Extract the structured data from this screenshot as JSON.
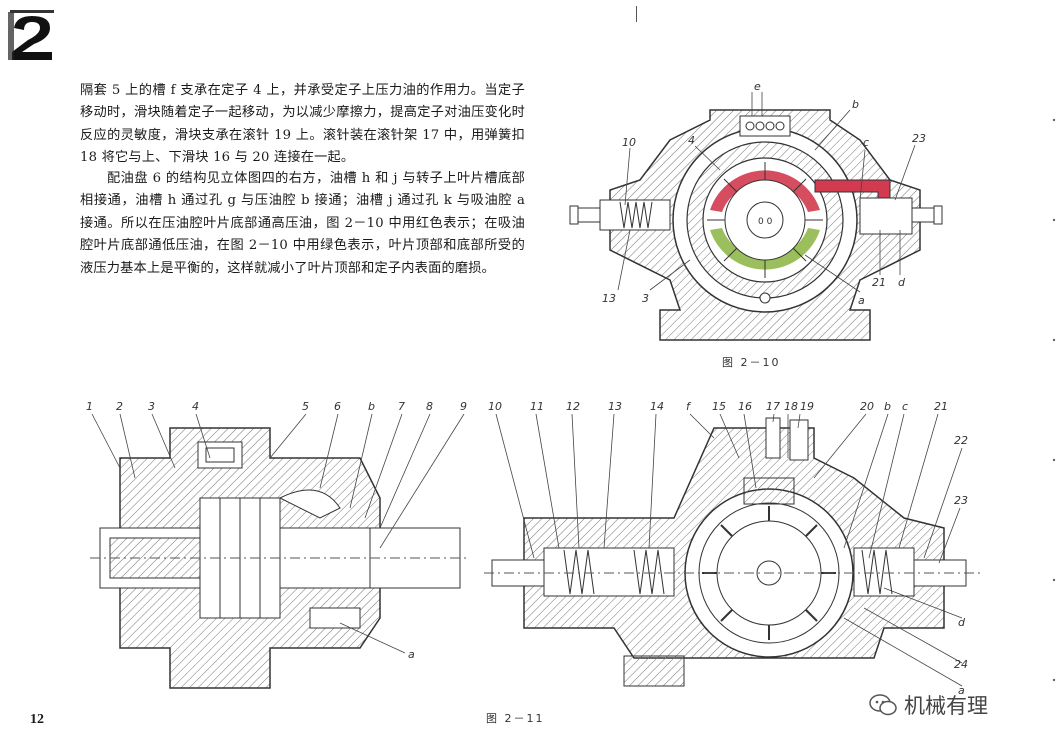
{
  "page_number": "12",
  "paragraphs": [
    "隔套 5 上的槽 f 支承在定子 4 上，并承受定子上压力油的作用力。当定子移动时，滑块随着定子一起移动，为以减少摩擦力，提高定子对油压变化时反应的灵敏度，滑块支承在滚针 19 上。滚针装在滚针架 17 中，用弹簧扣 18 将它与上、下滑块 16 与 20 连接在一起。",
    "配油盘 6 的结构见立体图四的右方，油槽 h 和 j 与转子上叶片槽底部相接通，油槽 h 通过孔 g 与压油腔 b 接通；油槽 j 通过孔 k 与吸油腔 a 接通。所以在压油腔叶片底部通高压油，图 2－10 中用红色表示；在吸油腔叶片底部通低压油，在图 2－10 中用绿色表示，叶片顶部和底部所受的液压力基本上是平衡的，这样就减小了叶片顶部和定子内表面的磨损。"
  ],
  "figures": {
    "fig_2_10": {
      "caption": "图 2－10",
      "labels": [
        "e",
        "b",
        "10",
        "4",
        "c",
        "23",
        "13",
        "3",
        "a",
        "21",
        "d"
      ],
      "colors": {
        "pressure": "#d23a4f",
        "suction": "#8fb84a"
      }
    },
    "fig_2_11_left": {
      "labels": [
        "1",
        "2",
        "3",
        "4",
        "5",
        "6",
        "b",
        "7",
        "8",
        "9",
        "a"
      ]
    },
    "fig_2_11_right": {
      "caption": "图 2－11",
      "labels": [
        "10",
        "11",
        "12",
        "13",
        "14",
        "f",
        "15",
        "16",
        "17",
        "18",
        "19",
        "20",
        "b",
        "c",
        "21",
        "22",
        "23",
        "d",
        "24",
        "a"
      ]
    }
  },
  "watermark": {
    "text": "机械有理",
    "icon": "wechat-icon"
  },
  "logo": {
    "icon": "chapter-2-logo"
  }
}
